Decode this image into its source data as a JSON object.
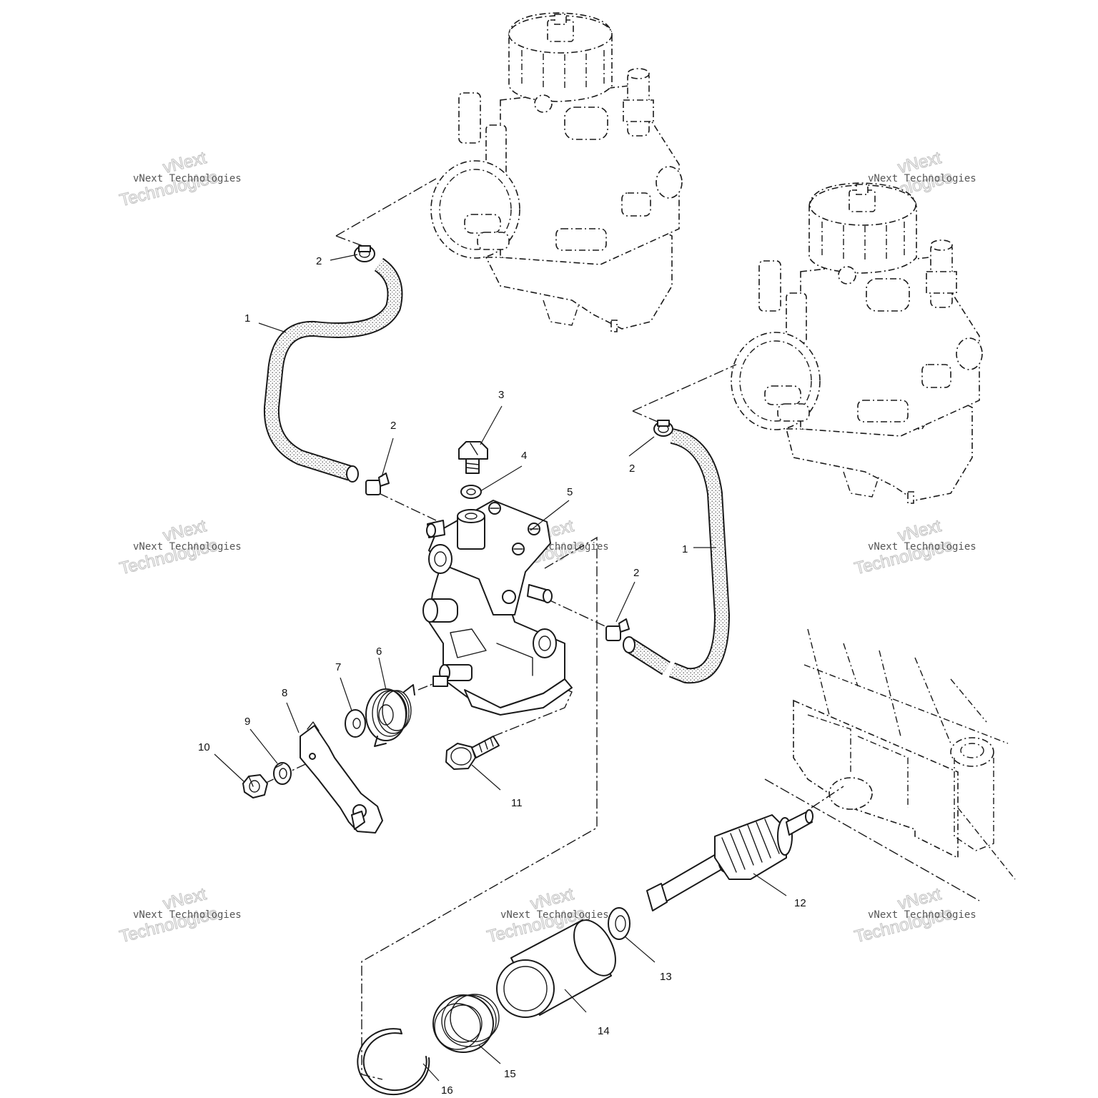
{
  "watermark": {
    "small_text": "vNext Technologies",
    "line1": "vNext",
    "line2": "Technologies"
  },
  "callouts": {
    "c1a": "1",
    "c1b": "1",
    "c2a": "2",
    "c2b": "2",
    "c2c": "2",
    "c2d": "2",
    "c3": "3",
    "c4": "4",
    "c5": "5",
    "c6": "6",
    "c7": "7",
    "c8": "8",
    "c9": "9",
    "c10": "10",
    "c11": "11",
    "c12": "12",
    "c13": "13",
    "c14": "14",
    "c15": "15",
    "c16": "16"
  },
  "parts": [
    {
      "ref": "1",
      "name": "hose"
    },
    {
      "ref": "2",
      "name": "hose-clamp"
    },
    {
      "ref": "3",
      "name": "bleed-screw"
    },
    {
      "ref": "4",
      "name": "washer"
    },
    {
      "ref": "5",
      "name": "oil-pump"
    },
    {
      "ref": "6",
      "name": "return-spring"
    },
    {
      "ref": "7",
      "name": "washer"
    },
    {
      "ref": "8",
      "name": "control-lever"
    },
    {
      "ref": "9",
      "name": "lock-washer"
    },
    {
      "ref": "10",
      "name": "nut"
    },
    {
      "ref": "11",
      "name": "mounting-bolt"
    },
    {
      "ref": "12",
      "name": "drive-gear-shaft"
    },
    {
      "ref": "13",
      "name": "washer"
    },
    {
      "ref": "14",
      "name": "collar"
    },
    {
      "ref": "15",
      "name": "seal"
    },
    {
      "ref": "16",
      "name": "snap-ring"
    }
  ]
}
